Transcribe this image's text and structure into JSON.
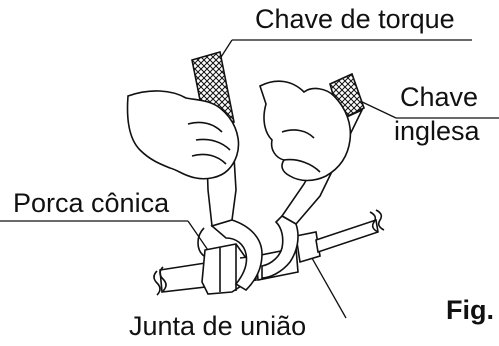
{
  "labels": {
    "torque_wrench": "Chave de torque",
    "spanner_line1": "Chave",
    "spanner_line2": "inglesa",
    "flare_nut": "Porca cônica",
    "union_joint": "Junta de união",
    "figure": "Fig."
  },
  "colors": {
    "ink": "#111111",
    "background": "#ffffff",
    "grip_fill": "#ffffff"
  }
}
